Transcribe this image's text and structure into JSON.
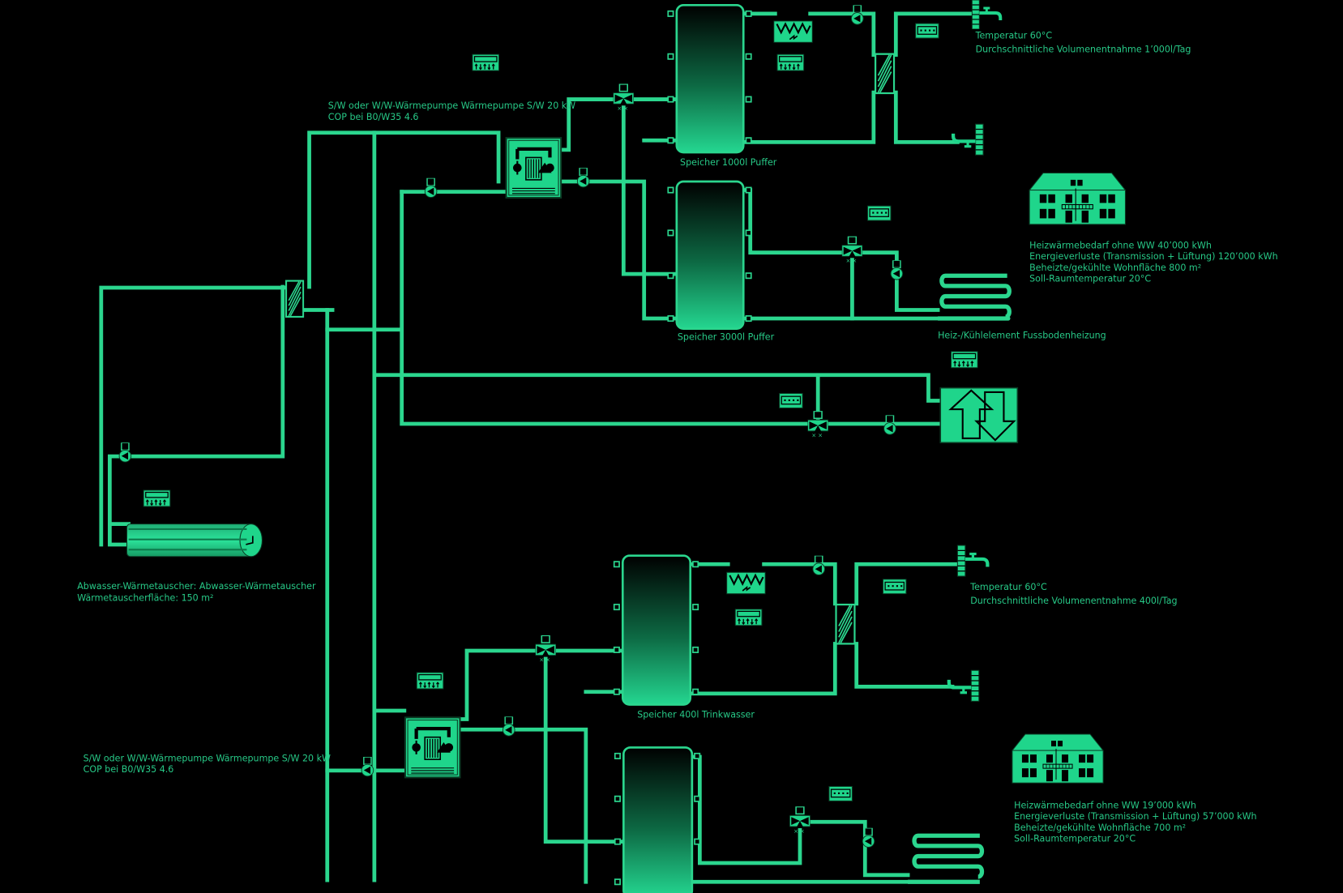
{
  "colors": {
    "pipe": "#2bd68e",
    "text": "#27c987",
    "fill": "#1fd58b",
    "background": "#000000"
  },
  "heat_pumps": [
    {
      "line1": "S/W oder W/W-Wärmepumpe Wärmepumpe  S/W 20 kW",
      "line2": "COP bei B0/W35 4.6"
    },
    {
      "line1": "S/W oder W/W-Wärmepumpe Wärmepumpe  S/W 20 kW",
      "line2": "COP bei B0/W35 4.6"
    }
  ],
  "tanks": {
    "buffer_1000": "Speicher 1000l Puffer",
    "buffer_3000": "Speicher 3000l Puffer",
    "drinking_400": "Speicher 400l Trinkwasser"
  },
  "hot_water": [
    {
      "temperature": "Temperatur 60°C",
      "volume": "Durchschnittliche Volumenentnahme 1’000l/Tag"
    },
    {
      "temperature": "Temperatur 60°C",
      "volume": "Durchschnittliche Volumenentnahme 400l/Tag"
    }
  ],
  "buildings": [
    {
      "line1": "Heizwärmebedarf ohne WW 40’000 kWh",
      "line2": "Energieverluste (Transmission + Lüftung) 120’000 kWh",
      "line3": "Beheizte/gekühlte Wohnfläche 800 m²",
      "line4": "Soll-Raumtemperatur 20°C"
    },
    {
      "line1": "Heizwärmebedarf ohne WW 19’000 kWh",
      "line2": "Energieverluste (Transmission + Lüftung) 57’000 kWh",
      "line3": "Beheizte/gekühlte Wohnfläche 700 m²",
      "line4": "Soll-Raumtemperatur 20°C"
    }
  ],
  "floor_heating": {
    "label": "Heiz-/Kühlelement Fussbodenheizung"
  },
  "wastewater": {
    "line1": "Abwasser-Wärmetauscher: Abwasser-Wärmetauscher",
    "line2": "Wärmetauscherfläche: 150 m²"
  },
  "icons": [
    "heat-pump-icon",
    "storage-tank-icon",
    "pump-icon",
    "three-way-valve-icon",
    "heat-exchanger-icon",
    "electric-heater-icon",
    "controller-icon",
    "tap-icon",
    "house-icon",
    "floor-heating-icon",
    "ventilation-exchange-icon",
    "wastewater-exchanger-icon"
  ]
}
